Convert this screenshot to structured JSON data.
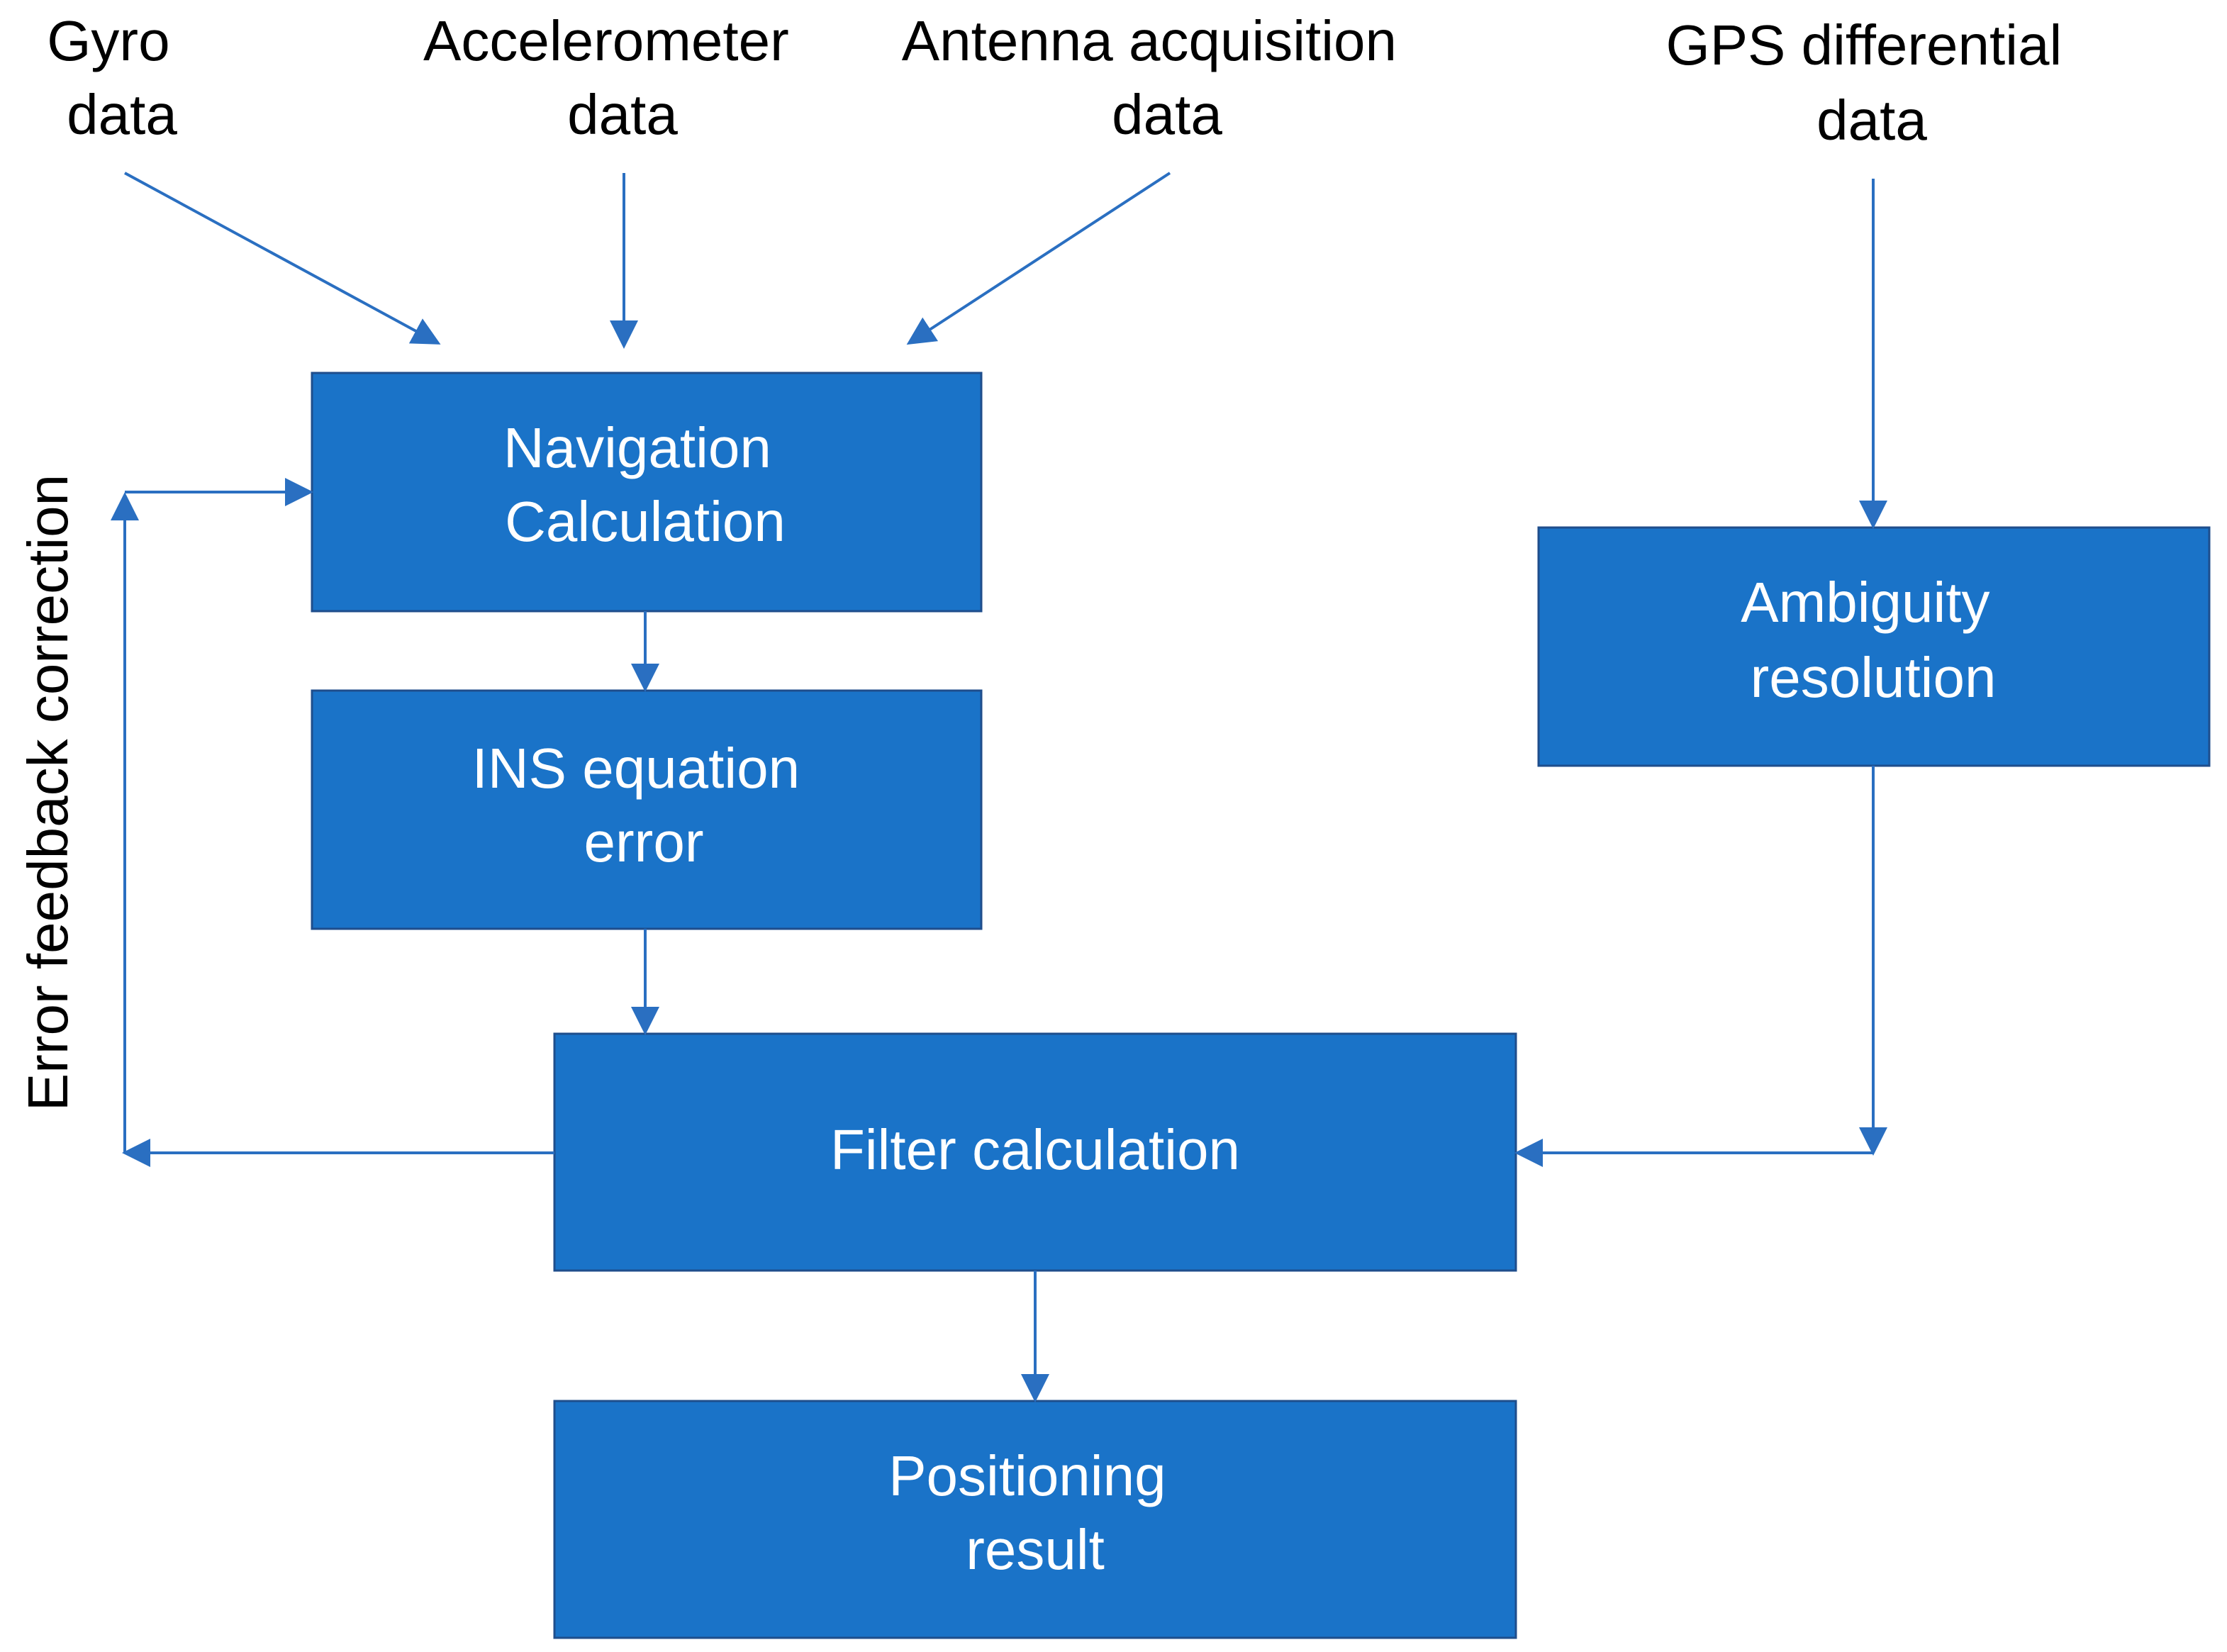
{
  "colors": {
    "box_fill": "#1a73c8",
    "arrow": "#2a6fc1",
    "text_on_box": "#ffffff",
    "text": "#000000"
  },
  "inputs": {
    "gyro": [
      "Gyro",
      "data"
    ],
    "accelerometer": [
      "Accelerometer",
      "data"
    ],
    "antenna": [
      "Antenna acquisition",
      "data"
    ],
    "gps": [
      "GPS differential",
      "data"
    ]
  },
  "boxes": {
    "navigation": [
      "Navigation",
      "Calculation"
    ],
    "ins_error": [
      "INS equation",
      "error"
    ],
    "filter": [
      "Filter calculation"
    ],
    "positioning": [
      "Positioning",
      "result"
    ],
    "ambiguity": [
      "Ambiguity",
      "resolution"
    ]
  },
  "side_label": "Error feedback correction"
}
